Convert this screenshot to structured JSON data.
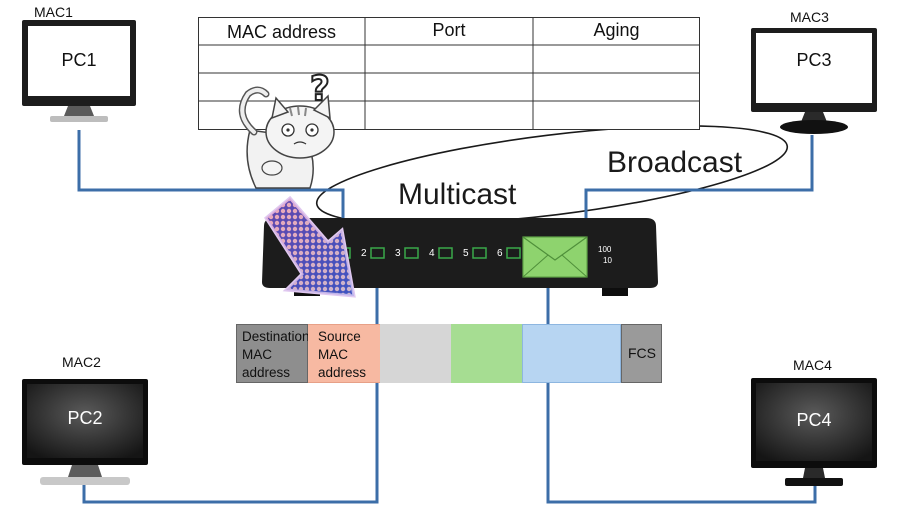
{
  "mac_table": {
    "headers": [
      "MAC address",
      "Port",
      "Aging"
    ],
    "rows": [
      [
        "",
        "",
        ""
      ],
      [
        "",
        "",
        ""
      ],
      [
        "",
        "",
        ""
      ]
    ]
  },
  "pcs": [
    {
      "mac": "MAC1",
      "name": "PC1"
    },
    {
      "mac": "MAC2",
      "name": "PC2"
    },
    {
      "mac": "MAC3",
      "name": "PC3"
    },
    {
      "mac": "MAC4",
      "name": "PC4"
    }
  ],
  "labels": {
    "multicast": "Multicast",
    "broadcast": "Broadcast"
  },
  "switch": {
    "ports": [
      "1",
      "2",
      "3",
      "4",
      "5",
      "6"
    ],
    "speed_top": "100",
    "speed_bottom": "10"
  },
  "frame": {
    "destination": "Destination MAC address",
    "source": "Source MAC address",
    "fcs": "FCS"
  },
  "colors": {
    "cable": "#3c6ea8",
    "switch_body": "#1c1c1c",
    "port": "#39a84a",
    "envelope": "#8ed36e",
    "source_field": "#f7b9a2",
    "dest_field": "#8e8e8e",
    "gray_field": "#d6d6d6",
    "green_field": "#a6dd92",
    "blue_field": "#b7d5f2",
    "fcs_field": "#9a9a9a"
  }
}
